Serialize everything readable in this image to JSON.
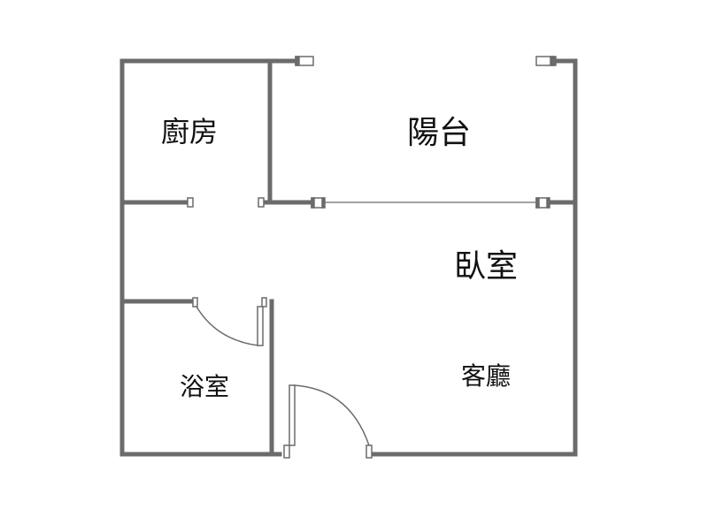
{
  "colors": {
    "wall": "#6b6b6b",
    "door_line": "#6b6b6b",
    "text": "#111111",
    "background": "#ffffff"
  },
  "rooms": [
    {
      "id": "kitchen",
      "label": "廚房"
    },
    {
      "id": "balcony",
      "label": "陽台"
    },
    {
      "id": "bedroom",
      "label": "臥室"
    },
    {
      "id": "bathroom",
      "label": "浴室"
    },
    {
      "id": "living",
      "label": "客廳"
    }
  ]
}
